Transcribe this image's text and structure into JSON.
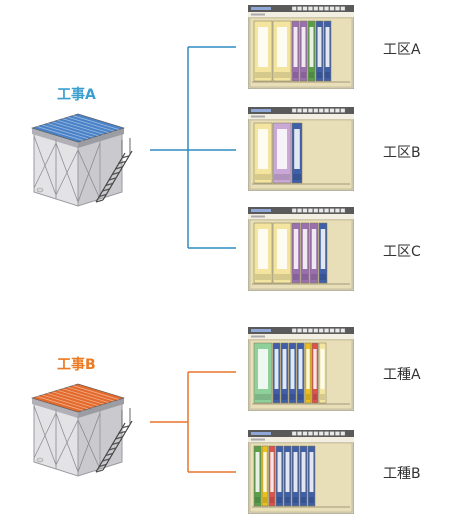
{
  "colors": {
    "project_a": "#3a9fd0",
    "project_b": "#ec7a22",
    "line_a": "#2e8bc0",
    "line_b": "#e8742a",
    "roof_a": "#4a82c8",
    "roof_b": "#e46a2c",
    "app_header": "#5a5a5a",
    "shelf_bg": "#e8dfb8",
    "label_text": "#333333"
  },
  "projects": [
    {
      "label": "工事A",
      "items": [
        {
          "label": "工区A",
          "binders": [
            {
              "color": "#f3e5a0",
              "w": 18
            },
            {
              "color": "#f3e5a0",
              "w": 18
            },
            {
              "color": "#9a6fb0",
              "w": 7
            },
            {
              "color": "#9a6fb0",
              "w": 7
            },
            {
              "color": "#5a9e4c",
              "w": 7
            },
            {
              "color": "#3f5fa8",
              "w": 7
            },
            {
              "color": "#3f5fa8",
              "w": 7
            }
          ]
        },
        {
          "label": "工区B",
          "binders": [
            {
              "color": "#f3e5a0",
              "w": 18
            },
            {
              "color": "#c9a8d8",
              "w": 18
            },
            {
              "color": "#3f5fa8",
              "w": 10
            }
          ]
        },
        {
          "label": "工区C",
          "binders": [
            {
              "color": "#f3e5a0",
              "w": 18
            },
            {
              "color": "#f3e5a0",
              "w": 18
            },
            {
              "color": "#9a6fb0",
              "w": 8
            },
            {
              "color": "#9a6fb0",
              "w": 8
            },
            {
              "color": "#9a6fb0",
              "w": 8
            },
            {
              "color": "#3f5fa8",
              "w": 8
            }
          ]
        }
      ]
    },
    {
      "label": "工事B",
      "items": [
        {
          "label": "工種A",
          "binders": [
            {
              "color": "#8fcf9a",
              "w": 18
            },
            {
              "color": "#3f5fa8",
              "w": 7
            },
            {
              "color": "#3f5fa8",
              "w": 7
            },
            {
              "color": "#3f5fa8",
              "w": 7
            },
            {
              "color": "#3f5fa8",
              "w": 7
            },
            {
              "color": "#e8c020",
              "w": 6
            },
            {
              "color": "#d9534f",
              "w": 6
            },
            {
              "color": "#f3e5a0",
              "w": 7
            }
          ]
        },
        {
          "label": "工種B",
          "binders": [
            {
              "color": "#5a9e4c",
              "w": 7
            },
            {
              "color": "#e8c020",
              "w": 6
            },
            {
              "color": "#d9534f",
              "w": 6
            },
            {
              "color": "#3f5fa8",
              "w": 7
            },
            {
              "color": "#3f5fa8",
              "w": 7
            },
            {
              "color": "#3f5fa8",
              "w": 7
            },
            {
              "color": "#3f5fa8",
              "w": 7
            },
            {
              "color": "#3f5fa8",
              "w": 7
            }
          ]
        }
      ]
    }
  ]
}
